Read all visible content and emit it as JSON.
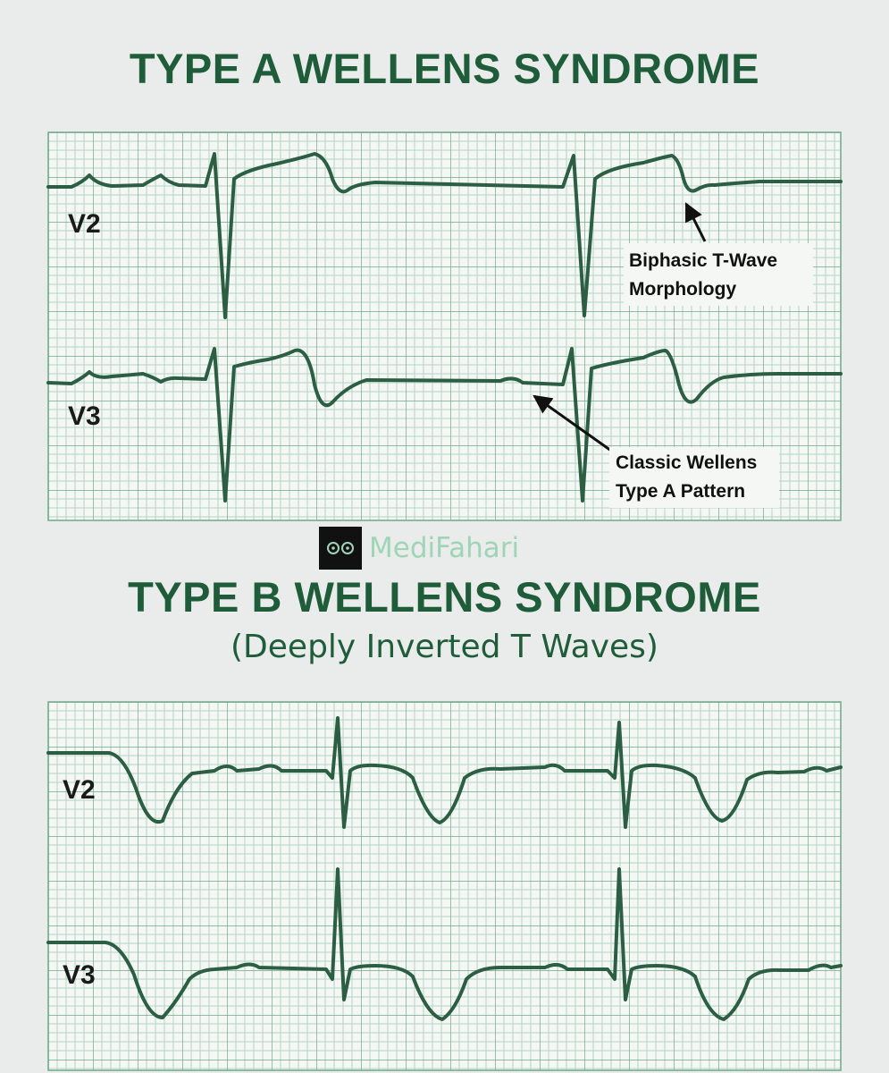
{
  "section_a": {
    "title": "TYPE A WELLENS SYNDROME",
    "leads": [
      "V2",
      "V3"
    ],
    "annotations": {
      "biphasic": [
        "Biphasic T-Wave",
        "Morphology"
      ],
      "classic": [
        "Classic Wellens",
        "Type A Pattern"
      ]
    }
  },
  "watermark": {
    "text": "MediFahari",
    "logo_icon": "owl-eyes-icon"
  },
  "section_b": {
    "title": "TYPE B WELLENS SYNDROME",
    "subtitle": "(Deeply Inverted T Waves)",
    "leads": [
      "V2",
      "V3"
    ]
  },
  "colors": {
    "title": "#1f5c3a",
    "trace": "#2c5e43",
    "grid_minor": "#b5d6c3",
    "grid_major": "#6fa98a",
    "paper": "#f4f7f4",
    "watermark": "#9fd4b6"
  }
}
